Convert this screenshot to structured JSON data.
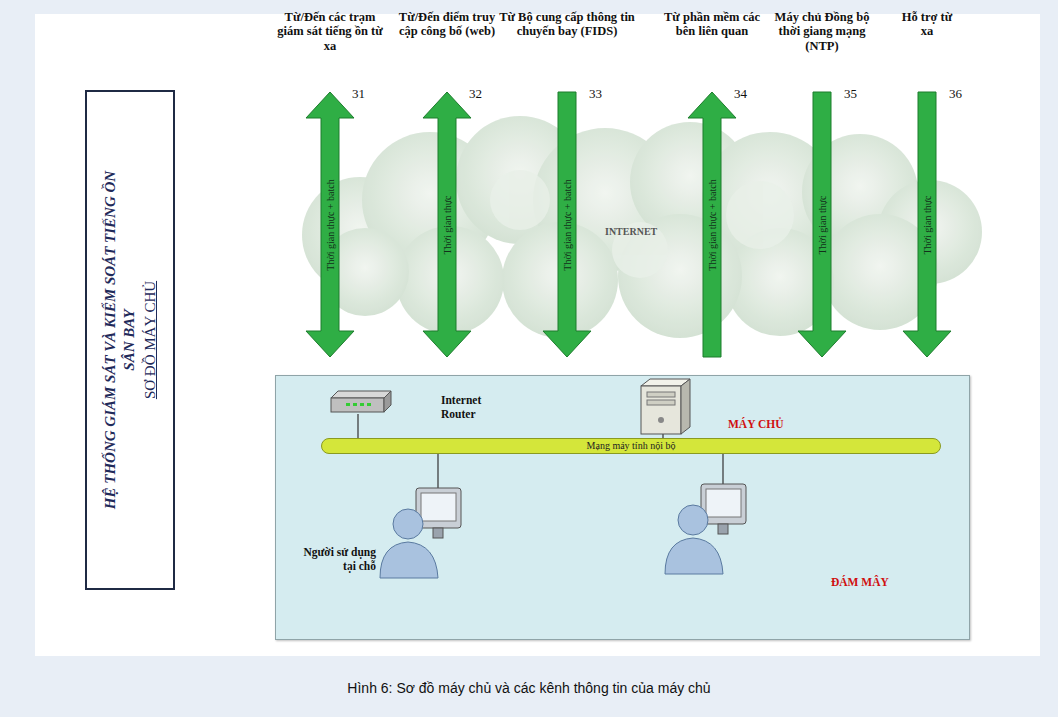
{
  "diagram": {
    "caption": "Hình 6: Sơ đồ máy chủ và các kênh thông tin của máy chủ",
    "nodes": [
      {
        "text": [
          "HỆ THỐNG GIÁM SÁT VÀ KIỂM SOÁT TIẾNG ỒN SÂN BAY",
          "SƠ ĐỒ MÁY CHỦ"
        ]
      },
      {
        "text": [
          "Từ/Đến các trạm giám sát tiếng ồn từ xa"
        ]
      },
      {
        "text": [
          "Từ/Đến điểm truy cập công bố (web)"
        ]
      },
      {
        "text": [
          "Từ Bộ cung cấp thông tin chuyến bay (FIDS)"
        ]
      },
      {
        "text": [
          "Từ phần mềm các bên liên quan"
        ]
      },
      {
        "text": [
          "Máy chủ Đồng bộ thời giang mạng (NTP)"
        ]
      },
      {
        "text": [
          "Hỗ trợ từ xa"
        ]
      },
      {
        "text": [
          "ĐÁM MÂY"
        ]
      },
      {
        "text": [
          "Mạng máy tính nội bộ"
        ],
        "in": 7
      }
    ],
    "edges": [
      {
        "from": 1,
        "to": 7,
        "arrow": "both",
        "label": "Thời gian thực + batch"
      },
      {
        "from": 2,
        "to": 7,
        "arrow": "both",
        "label": "Thời gian thực"
      },
      {
        "from": 3,
        "to": 7,
        "arrow": "to",
        "label": "Thời gian thực + batch"
      },
      {
        "from": 7,
        "to": 4,
        "arrow": "to",
        "label": "Thời gian thực + batch"
      },
      {
        "from": 5,
        "to": 7,
        "arrow": "to",
        "label": "Thời gian thực"
      },
      {
        "from": 6,
        "to": 7,
        "arrow": "to",
        "label": "Thời gian thực"
      }
    ],
    "labels": [
      "31",
      "32",
      "33",
      "34",
      "35",
      "36",
      "INTERNET",
      "Internet Router",
      "MÁY CHỦ",
      "Người sử dụng tại chỗ"
    ]
  }
}
